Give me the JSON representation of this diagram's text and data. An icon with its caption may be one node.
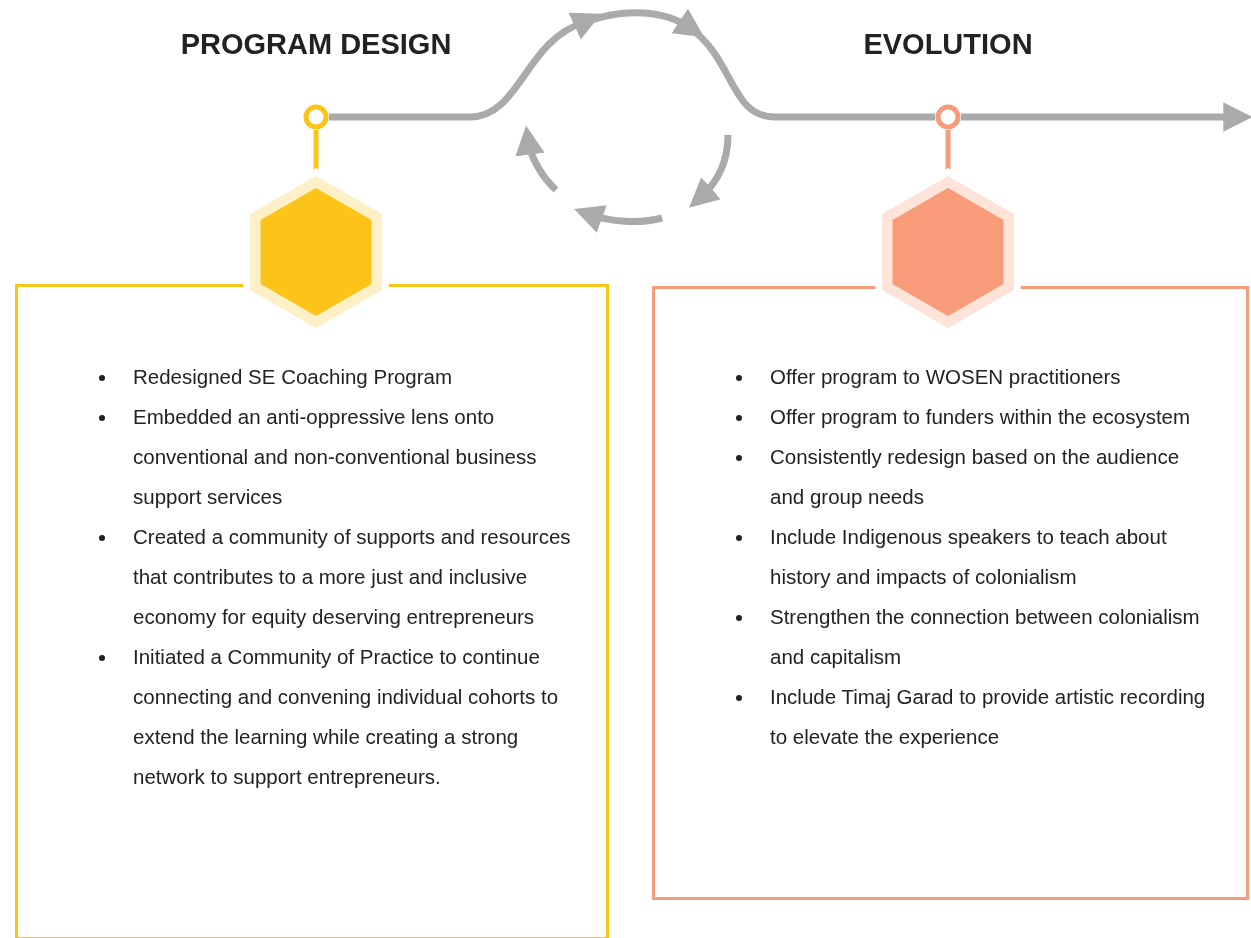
{
  "diagram": {
    "nodes": [
      {
        "text": [
          "Redesigned SE Coaching Program",
          "Embedded an anti-oppressive lens onto conventional and non-conventional business support services",
          "Created a community of supports and resources that contributes to a more just and inclusive economy for equity deserving entrepreneurs",
          "Initiated a Community of Practice to continue connecting and convening individual cohorts to extend the learning while creating a strong network to support entrepreneurs."
        ]
      },
      {
        "text": [],
        "shape": "hexagon"
      },
      {
        "text": [],
        "shape": "circle"
      },
      {
        "text": [
          "Offer program to WOSEN practitioners",
          "Offer program to funders within the ecosystem",
          "Consistently redesign based on the audience and group needs",
          "Include Indigenous speakers to teach about history and impacts of colonialism",
          "Strengthen the connection between colonialism and capitalism",
          "Include Timaj Garad to provide artistic recording to elevate the experience"
        ]
      },
      {
        "text": [],
        "shape": "hexagon"
      },
      {
        "text": [],
        "shape": "circle"
      }
    ],
    "edges": [
      {
        "from": 2,
        "to": 5,
        "arrow": "none"
      },
      {
        "from": 5,
        "to": null,
        "arrow": "to"
      },
      {
        "from": 2,
        "to": 1,
        "arrow": "none",
        "color": "#fcc419"
      },
      {
        "from": 5,
        "to": 4,
        "arrow": "none",
        "color": "#f59c7c"
      }
    ],
    "labels": [
      "PROGRAM DESIGN",
      "EVOLUTION"
    ]
  }
}
